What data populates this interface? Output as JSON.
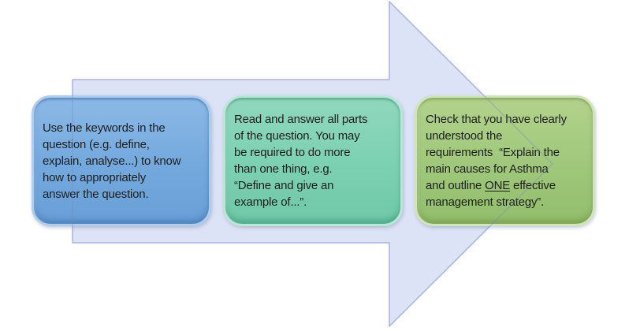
{
  "diagram": {
    "kind": "process-flow",
    "arrow_direction": "right"
  },
  "palette": {
    "background": "#ffffff",
    "text": "#1e1e1e",
    "arrow_fill": "#dde3f6",
    "arrow_border": "#c7d1ef",
    "box1": {
      "light": "#8cb9e6",
      "base": "#74a9de",
      "dark": "#689fd6",
      "outer": "#aecdee"
    },
    "box2": {
      "light": "#90d8bd",
      "base": "#7dd1b3",
      "dark": "#6ec8a7",
      "outer": "#b9e7d7"
    },
    "box3": {
      "light": "#b2d28c",
      "base": "#a0c87b",
      "dark": "#92be6c",
      "outer": "#d0e4ba"
    }
  },
  "boxes": [
    {
      "id": "step-1",
      "text": "Use the keywords in the\nquestion (e.g. define,\nexplain, analyse...) to know\nhow to appropriately\nanswer the question."
    },
    {
      "id": "step-2",
      "text": "Read and answer all parts\nof the question. You may\nbe required to do more\nthan one thing, e.g.\n“Define and give an\nexample of...”."
    },
    {
      "id": "step-3",
      "text_before": "Check that you have clearly\nunderstood the\nrequirements  “Explain the\nmain causes for Asthma\nand outline ",
      "text_underlined": "ONE",
      "text_after": " effective\nmanagement strategy”."
    }
  ]
}
